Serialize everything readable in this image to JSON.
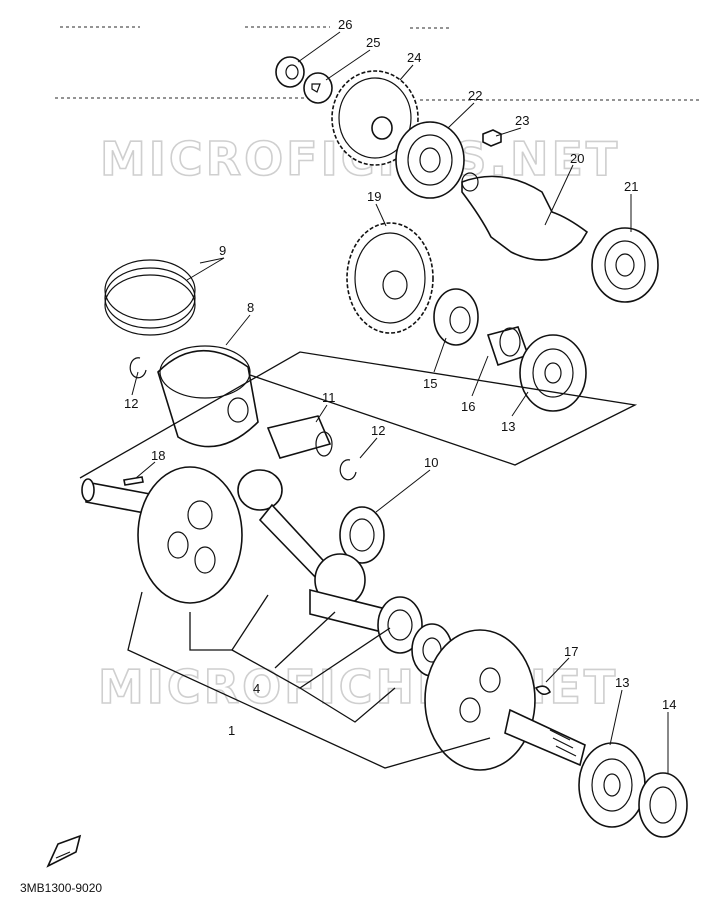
{
  "watermark": {
    "text": "MICROFICHES.NET"
  },
  "diagram": {
    "catalog_code": "3MB1300-9020",
    "callouts": {
      "c1": "1",
      "c4": "4",
      "c8": "8",
      "c9": "9",
      "c10": "10",
      "c11": "11",
      "c12a": "12",
      "c12b": "12",
      "c13a": "13",
      "c13b": "13",
      "c14": "14",
      "c15": "15",
      "c16": "16",
      "c17": "17",
      "c18": "18",
      "c19": "19",
      "c20": "20",
      "c21": "21",
      "c22": "22",
      "c23": "23",
      "c24": "24",
      "c25": "25",
      "c26": "26"
    }
  }
}
